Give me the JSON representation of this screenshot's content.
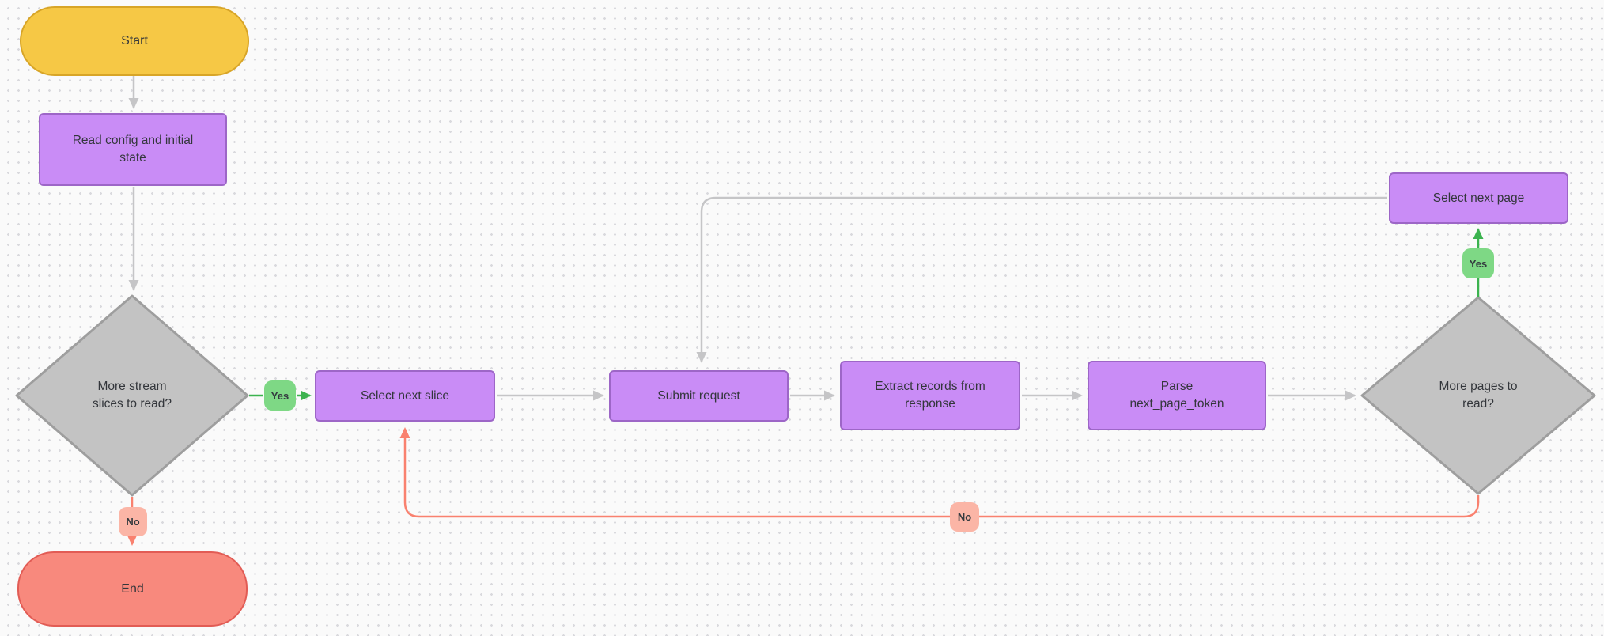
{
  "diagram": {
    "type": "flowchart",
    "background_color": "#fafafa",
    "dot_grid_color": "#d9d9dd"
  },
  "colors": {
    "process_fill": "#c98cf6",
    "process_border": "#9d66c7",
    "decision_fill": "#c3c3c3",
    "decision_border": "#9e9e9e",
    "start_fill": "#f6c845",
    "start_border": "#d8a527",
    "end_fill": "#f8897d",
    "end_border": "#e25c55",
    "edge_gray": "#c5c5c7",
    "edge_green": "#3cb34f",
    "edge_red": "#f9816f",
    "badge_yes_fill": "#7ed885",
    "badge_no_fill": "#fbb5a6",
    "text": "#33363b"
  },
  "nodes": {
    "start": {
      "label": "Start",
      "shape": "terminator"
    },
    "read_config": {
      "label": "Read config and initial\nstate",
      "shape": "process"
    },
    "more_slices": {
      "label": "More stream\nslices to read?",
      "shape": "decision"
    },
    "select_next_slice": {
      "label": "Select next slice",
      "shape": "process"
    },
    "submit_request": {
      "label": "Submit request",
      "shape": "process"
    },
    "extract_records": {
      "label": "Extract records from\nresponse",
      "shape": "process"
    },
    "parse_token": {
      "label": "Parse\nnext_page_token",
      "shape": "process"
    },
    "more_pages": {
      "label": "More pages to\nread?",
      "shape": "decision"
    },
    "select_next_page": {
      "label": "Select next page",
      "shape": "process"
    },
    "end": {
      "label": "End",
      "shape": "terminator"
    }
  },
  "edge_labels": {
    "slices_yes": {
      "label": "Yes",
      "color": "#3cb34f"
    },
    "slices_no": {
      "label": "No",
      "color": "#f9816f"
    },
    "pages_yes": {
      "label": "Yes",
      "color": "#3cb34f"
    },
    "pages_no": {
      "label": "No",
      "color": "#f9816f"
    }
  }
}
